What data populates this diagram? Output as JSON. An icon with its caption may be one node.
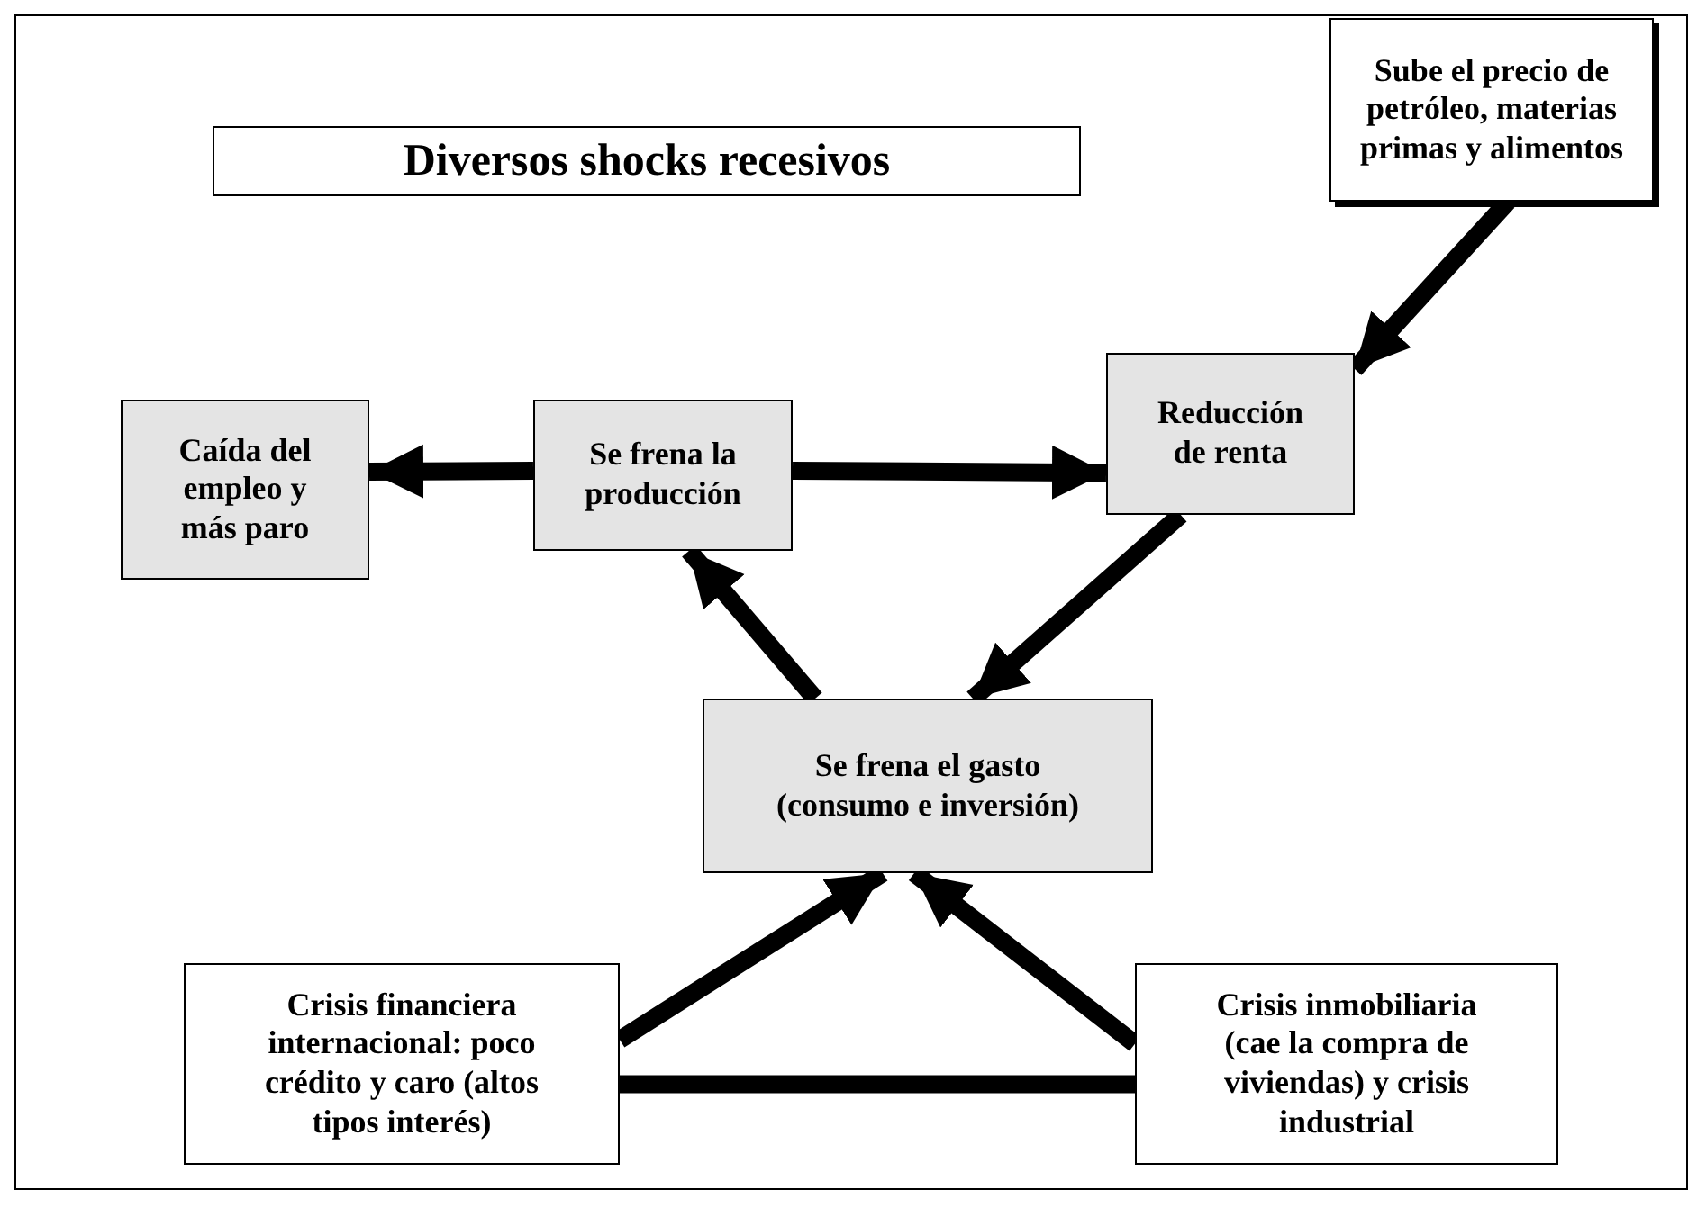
{
  "diagram": {
    "title": "Diversos shocks recesivos",
    "nodes": [
      {
        "text": [
          "Sube el precio de petróleo, materias primas y alimentos"
        ]
      },
      {
        "text": [
          "Caída del empleo y más paro"
        ]
      },
      {
        "text": [
          "Se frena la producción"
        ]
      },
      {
        "text": [
          "Reducción de renta"
        ]
      },
      {
        "text": [
          "Se frena el gasto (consumo e inversión)"
        ]
      },
      {
        "text": [
          "Crisis financiera internacional: poco crédito y caro (altos tipos interés)"
        ]
      },
      {
        "text": [
          "Crisis inmobiliaria (cae la compra de viviendas) y crisis industrial"
        ]
      }
    ],
    "edges": [
      {
        "from": 0,
        "to": 3,
        "arrow": "to"
      },
      {
        "from": 2,
        "to": 1,
        "arrow": "to"
      },
      {
        "from": 2,
        "to": 3,
        "arrow": "to"
      },
      {
        "from": 3,
        "to": 4,
        "arrow": "to"
      },
      {
        "from": 4,
        "to": 2,
        "arrow": "to"
      },
      {
        "from": 5,
        "to": 4,
        "arrow": "to"
      },
      {
        "from": 6,
        "to": 4,
        "arrow": "to"
      },
      {
        "from": 5,
        "to": 6,
        "arrow": "none"
      }
    ]
  }
}
